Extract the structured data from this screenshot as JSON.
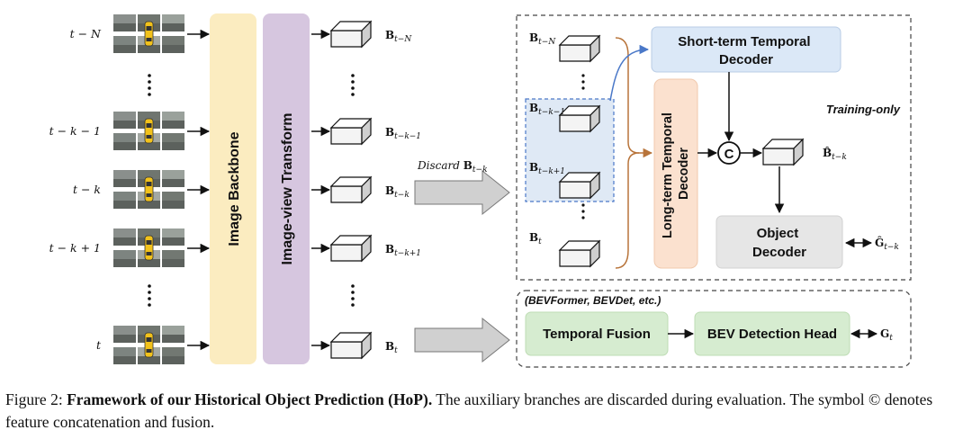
{
  "frames": [
    {
      "label": "t − N",
      "feature": "B",
      "sub": "t−N"
    },
    {
      "label": "t − k − 1",
      "feature": "B",
      "sub": "t−k−1"
    },
    {
      "label": "t − k",
      "feature": "B",
      "sub": "t−k"
    },
    {
      "label": "t − k + 1",
      "feature": "B",
      "sub": "t−k+1"
    },
    {
      "label": "t",
      "feature": "B",
      "sub": "t"
    }
  ],
  "blocks": {
    "image_backbone": "Image Backbone",
    "image_view_transform": "Image-view Transform",
    "short_term_decoder": [
      "Short-term Temporal",
      "Decoder"
    ],
    "long_term_decoder": [
      "Long-term Temporal",
      "Decoder"
    ],
    "object_decoder": [
      "Object",
      "Decoder"
    ],
    "temporal_fusion": "Temporal Fusion",
    "bev_detection_head": "BEV Detection Head",
    "concat_symbol": "C"
  },
  "labels": {
    "discard_prefix": "Discard",
    "discard_feature": "B",
    "discard_sub": "t−k",
    "training_only": "Training-only",
    "bevformer_note": "(BEVFormer, BEVDet, etc.)",
    "pred_feature": "B̂",
    "pred_sub": "t−k",
    "pred_gt": "Ĝ",
    "pred_gt_sub": "t−k",
    "gt": "G",
    "gt_sub": "t",
    "panel_features": [
      {
        "feature": "B",
        "sub": "t−N"
      },
      {
        "feature": "B",
        "sub": "t−k−1"
      },
      {
        "feature": "B",
        "sub": "t−k+1"
      },
      {
        "feature": "B",
        "sub": "t"
      }
    ]
  },
  "caption": {
    "prefix": "Figure 2: ",
    "bold": "Framework of our Historical Object Prediction (HoP).",
    "rest": " The auxiliary branches are discarded during evaluation. The symbol © denotes feature concatenation and fusion."
  }
}
